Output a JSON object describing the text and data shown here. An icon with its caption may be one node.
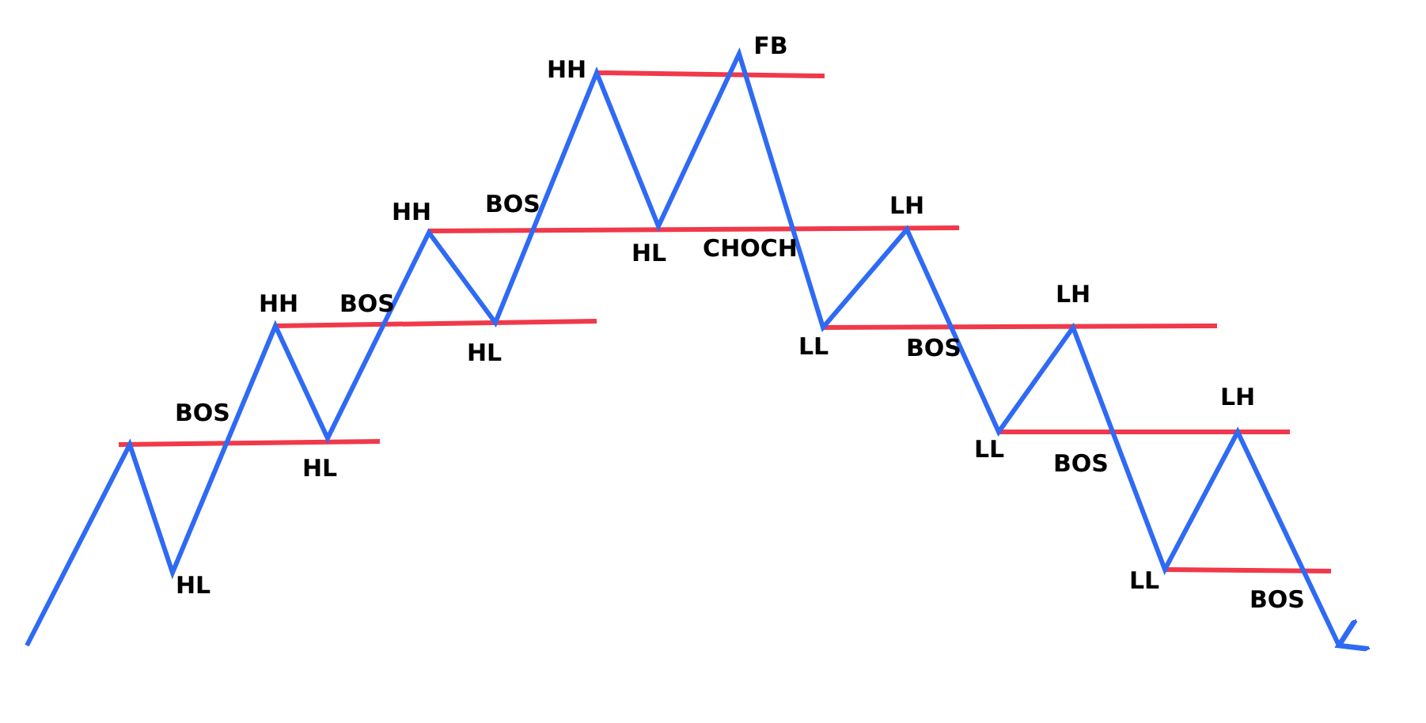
{
  "diagram": {
    "labels": [
      "FB",
      "HH",
      "BOS",
      "HH",
      "LH",
      "HL",
      "CHOCH",
      "HH",
      "BOS",
      "LH",
      "LL",
      "BOS",
      "HL",
      "LH",
      "BOS",
      "LL",
      "BOS",
      "HL",
      "LL",
      "BOS",
      "HL"
    ]
  }
}
